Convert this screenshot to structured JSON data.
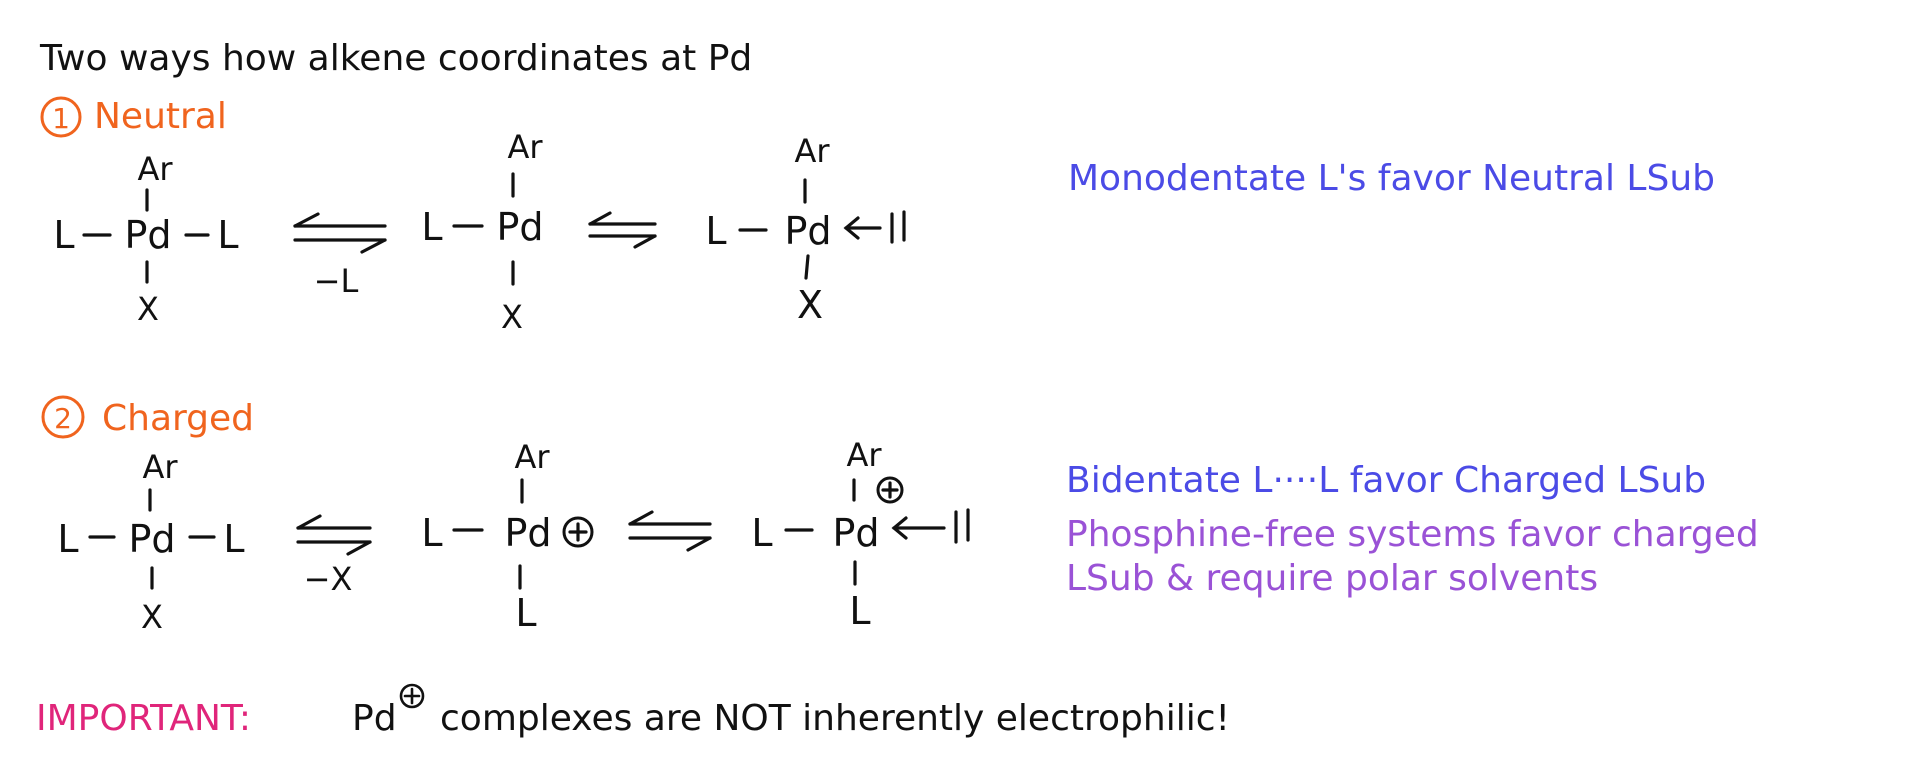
{
  "title": "Two ways how alkene coordinates at Pd",
  "colors": {
    "ink": "#111111",
    "heading": "#f0641e",
    "note_blue": "#4b4be6",
    "note_purple": "#9a52d6",
    "important": "#e0257a"
  },
  "section1": {
    "number": "1",
    "label": "Neutral",
    "note": "Monodentate L's favor Neutral LSub",
    "arrow1_label": "−L",
    "structures": [
      {
        "center": "Pd",
        "top": "Ar",
        "left": "L",
        "right": "L",
        "bottom": "X"
      },
      {
        "center": "Pd",
        "top": "Ar",
        "left": "L",
        "bottom": "X"
      },
      {
        "center": "Pd",
        "top": "Ar",
        "left": "L",
        "bottom": "X",
        "alkene": "||"
      }
    ]
  },
  "section2": {
    "number": "2",
    "label": "Charged",
    "note1": "Bidentate L····L favor Charged LSub",
    "note2_line1": "Phosphine-free systems favor charged",
    "note2_line2": "LSub & require polar solvents",
    "arrow1_label": "−X",
    "plus": "⊕",
    "structures": [
      {
        "center": "Pd",
        "top": "Ar",
        "left": "L",
        "right": "L",
        "bottom": "X"
      },
      {
        "center": "Pd",
        "top": "Ar",
        "left": "L",
        "bottom": "L",
        "charge": "⊕"
      },
      {
        "center": "Pd",
        "top": "Ar",
        "left": "L",
        "bottom": "L",
        "charge": "⊕",
        "alkene": "||"
      }
    ]
  },
  "important": {
    "label": "IMPORTANT:",
    "pd": "Pd",
    "charge": "⊕",
    "rest": "complexes are NOT inherently electrophilic!"
  }
}
